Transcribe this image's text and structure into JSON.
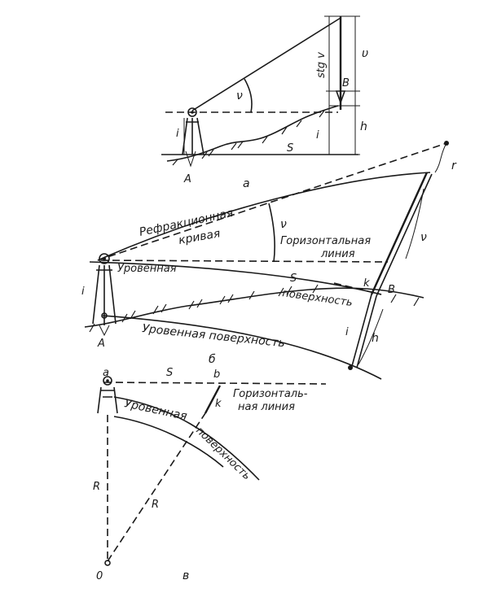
{
  "diagram_a": {
    "label_stgv": "stg v",
    "label_v_angle": "ν",
    "label_v_rod": "υ",
    "label_B": "B",
    "label_i_left": "i",
    "label_i_right": "i",
    "label_h": "h",
    "label_S": "S",
    "label_A": "A",
    "caption": "а"
  },
  "diagram_b": {
    "refraction_curve_label": "Рефракционная",
    "refraction_curve_label2": "кривая",
    "horizontal_line_label": "Горизонтальная",
    "horizontal_line_label2": "линия",
    "level_label": "Уровенная",
    "surface_label": "поверхность",
    "level_surface_label": "Уровенная поверхность",
    "label_v_angle": "ν",
    "label_v_rod": "ν",
    "label_r": "r",
    "label_S": "S",
    "label_k": "k",
    "label_B": "B",
    "label_i_left": "i",
    "label_i_right": "i",
    "label_h": "h",
    "label_A": "A",
    "caption": "б"
  },
  "diagram_c": {
    "label_a": "a",
    "label_S": "S",
    "label_b": "b",
    "label_k": "k",
    "horizontal_label": "Горизонталь-",
    "horizontal_label2": "ная линия",
    "level_label": "Уровенная",
    "surface_label": "поверхность",
    "label_R_left": "R",
    "label_R_right": "R",
    "label_O": "0",
    "caption": "в"
  }
}
